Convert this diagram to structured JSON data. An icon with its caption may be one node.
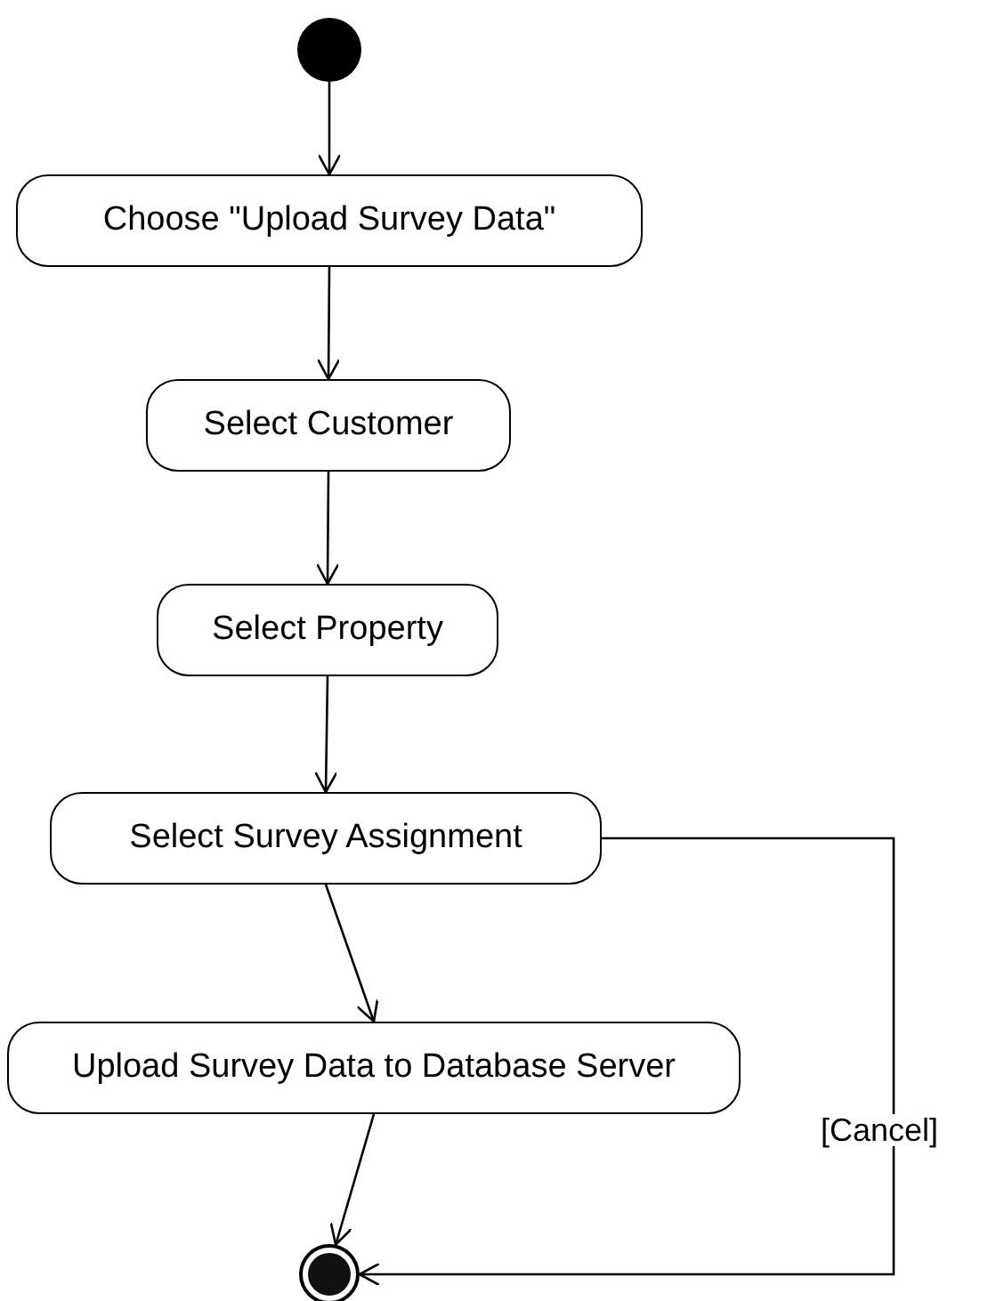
{
  "diagram": {
    "nodes": [
      {
        "text": [],
        "shape": "circle"
      },
      {
        "text": [
          "Choose \"Upload Survey Data\""
        ]
      },
      {
        "text": [
          "Select Customer"
        ]
      },
      {
        "text": [
          "Select Property"
        ]
      },
      {
        "text": [
          "Select Survey Assignment"
        ]
      },
      {
        "text": [
          "Upload Survey Data to Database Server"
        ]
      },
      {
        "text": [],
        "shape": "circle"
      }
    ],
    "edges": [
      {
        "from": 0,
        "to": 1,
        "arrow": "to"
      },
      {
        "from": 1,
        "to": 2,
        "arrow": "to"
      },
      {
        "from": 2,
        "to": 3,
        "arrow": "to"
      },
      {
        "from": 3,
        "to": 4,
        "arrow": "to"
      },
      {
        "from": 4,
        "to": 5,
        "arrow": "to"
      },
      {
        "from": 5,
        "to": 6,
        "arrow": "to"
      },
      {
        "from": 4,
        "to": 6,
        "arrow": "to",
        "label": "[Cancel]"
      }
    ]
  }
}
